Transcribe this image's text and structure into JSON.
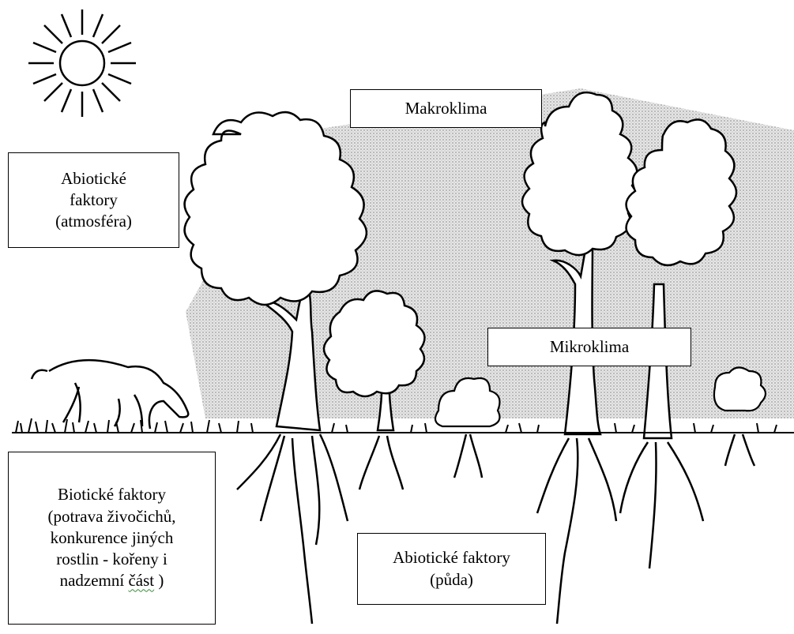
{
  "labels": {
    "makroklima": "Makroklima",
    "atmosfera": [
      "Abiotické",
      "faktory",
      "(atmosféra)"
    ],
    "mikroklima": "Mikroklima",
    "biotic": [
      "Biotické faktory",
      "(potrava živočichů,",
      "konkurence jiných",
      "rostlin - kořeny i"
    ],
    "biotic_last_line": "nadzemní",
    "biotic_last_word": "část",
    "biotic_last_suffix": " )",
    "puda": [
      "Abiotické faktory",
      "(půda)"
    ]
  },
  "colors": {
    "line": "#000000",
    "shade": "#cccccc",
    "spellcheck_underline": "#3a8a3a"
  },
  "icons": [
    "sun-icon",
    "tree-icon",
    "shrub-icon",
    "horse-icon",
    "root-icon",
    "grass-icon"
  ]
}
